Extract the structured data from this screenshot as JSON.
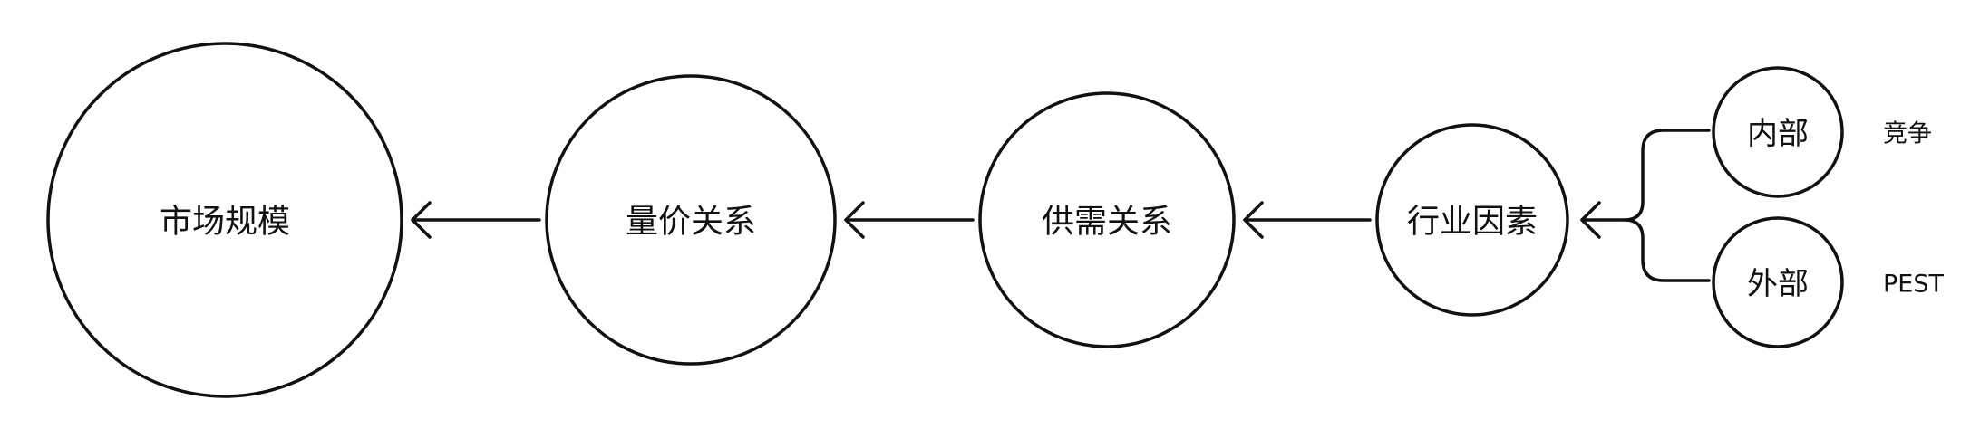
{
  "nodes": {
    "market_size": "市场规模",
    "volume_price": "量价关系",
    "supply_demand": "供需关系",
    "industry_factors": "行业因素",
    "internal": "内部",
    "external": "外部"
  },
  "annotations": {
    "internal": "竞争",
    "external": "PEST"
  },
  "colors": {
    "stroke": "#111111",
    "background": "#ffffff"
  }
}
